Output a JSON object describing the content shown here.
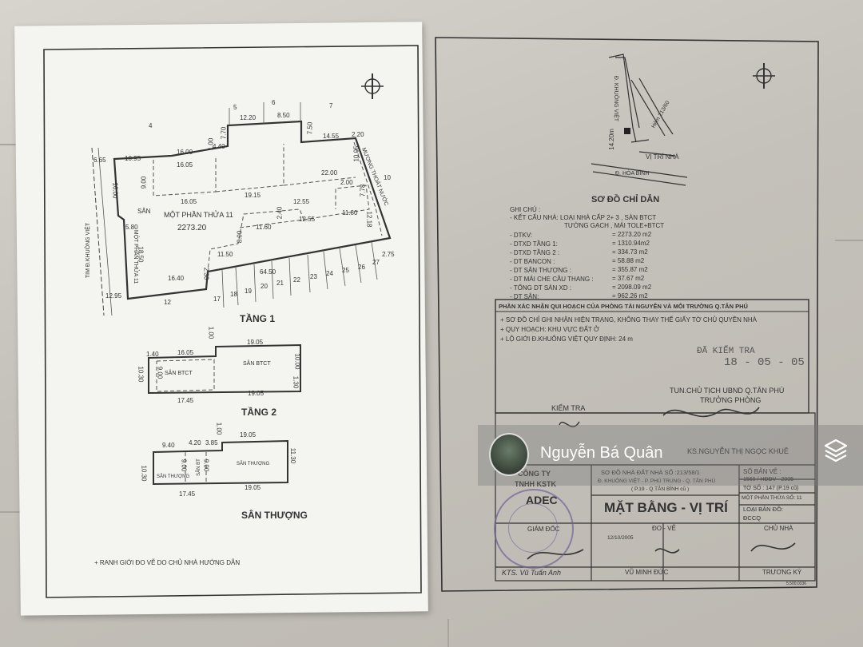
{
  "left_sheet": {
    "plan": {
      "neighbors": [
        "4",
        "5",
        "6",
        "7",
        "10",
        "12",
        "17",
        "18",
        "19",
        "20",
        "21",
        "22",
        "23",
        "24",
        "25",
        "26",
        "27"
      ],
      "dims_top": [
        "12.20",
        "8.50",
        "7.50",
        "1.00",
        "7.70",
        "4.40",
        "14.55",
        "2.20",
        "6.65",
        "10.95",
        "16.00",
        "16.05",
        "10.05"
      ],
      "dims_inner": [
        "9.00",
        "22.00",
        "19.15",
        "16.05",
        "2.00",
        "7.78",
        "12.55",
        "2.40",
        "12.55",
        "11.80",
        "11.60",
        "8.00",
        "11.50"
      ],
      "dims_side": [
        "16.00",
        "5.80",
        "18.50",
        "12.18",
        "2.75",
        "16.40",
        "2.30",
        "64.50",
        "12.95"
      ],
      "road_label": "TIM Đ.KHUÔNG VIỆT",
      "side_label": "MỘT PHẦN THỬA 11",
      "san_label": "SÂN",
      "lot_label": "MỘT PHẦN THỬA 11",
      "lot_area": "2273.20",
      "ditch_label": "MƯƠNG THOÁT NƯỚC",
      "floor_label": "TẦNG 1"
    },
    "floor2": {
      "dims": [
        "1.00",
        "1.40",
        "16.05",
        "19.05",
        "10.30",
        "9.00",
        "10.00",
        "1.30",
        "17.45",
        "19.05"
      ],
      "room_left": "SÂN BTCT",
      "room_right": "SÂN BTCT",
      "floor_label": "TẦNG 2"
    },
    "terrace": {
      "dims": [
        "1.00",
        "9.40",
        "4.20",
        "3.85",
        "19.05",
        "11.30",
        "10.30",
        "9.00",
        "9.00",
        "17.45",
        "19.05"
      ],
      "room_a": "SÂN THƯỢNG",
      "room_b": "SÂN BT",
      "room_c": "SÂN THƯỢNG",
      "floor_label": "SÂN THƯỢNG"
    },
    "footnote": "+ RANH GIỚI ĐO VẼ DO CHỦ NHÀ HƯỚNG DẪN"
  },
  "right_sheet": {
    "locator": {
      "road_1": "Đ. KHUÔNG VIỆT",
      "road_2": "Hẻm 213/60",
      "dist": "14.20m",
      "position_label": "VỊ TRÍ NHÀ",
      "road_3": "Đ. HÒA BÌNH"
    },
    "title": "SƠ ĐỒ CHỈ DẪN",
    "notes_header": "GHI CHÚ :",
    "structure_line1": "- KẾT CẤU NHÀ: LOẠI NHÀ  CẤP 2+ 3 , SÀN BTCT",
    "structure_line2": "TƯỜNG GẠCH  , MÁI TOLE+BTCT",
    "area_rows": [
      {
        "label": "- DTKV:",
        "value": "=       2273.20 m2"
      },
      {
        "label": "- DTXD TẦNG 1:",
        "value": "=       1310.94m2"
      },
      {
        "label": "- DTXD TẦNG 2 :",
        "value": "=        334.73 m2"
      },
      {
        "label": "- DT BANCON :",
        "value": "=          58.88 m2"
      },
      {
        "label": "- DT SÂN THƯỢNG :",
        "value": "=        355.87 m2"
      },
      {
        "label": "- DT MÁI CHE CẦU THANG :",
        "value": "=       37.67 m2"
      },
      {
        "label": "- TỔNG DT SÀN XD :",
        "value": "=       2098.09 m2"
      },
      {
        "label": "- DT SÂN:",
        "value": "=        962.26 m2"
      }
    ],
    "confirm_header": "PHẦN XÁC NHẬN QUI HOẠCH CỦA PHÒNG TÀI NGUYÊN VÀ MÔI TRƯỜNG  Q.TÂN PHÚ",
    "confirm_lines": [
      "+ SƠ ĐỒ CHỈ GHI NHẬN HIỆN TRẠNG, KHÔNG THAY THẾ GIẤY TỜ CHỦ QUYỀN NHÀ",
      "+ QUY HOẠCH: KHU VỰC ĐẤT Ở",
      "+ LỘ GIỚI Đ.KHUÔNG VIỆT  QUY ĐỊNH: 24  m"
    ],
    "checked_stamp": "ĐÃ KIỂM TRA",
    "checked_date": "18 - 05 - 05",
    "chair_line1": "TUN.CHỦ TỊCH UBND Q.TÂN PHÚ",
    "chair_line2": "TRƯỞNG PHÒNG",
    "inspect_label": "KIỂM TRA",
    "engineer_name": "KS.NGUYỄN THỊ NGỌC KHUÊ",
    "company_line1": "CÔNG TY",
    "company_line2": "TNHH KSTK",
    "company_line3": "ADEC",
    "director_label": "GIÁM ĐỐC",
    "architect": "KTS. Vũ Tuấn Anh",
    "drawing_title": "SƠ ĐỒ NHÀ ĐẤT NHÀ SỐ :213/58/1",
    "address_line1": "Đ. KHUÔNG VIỆT - P. PHÚ TRUNG - Q. TÂN PHÚ",
    "address_line2": "( P.19 - Q.TÂN BÌNH cũ )",
    "main_title": "MẶT BẰNG - VỊ TRÍ",
    "col_labels": [
      "ĐO - VẼ",
      "CHỦ NHÀ"
    ],
    "draw_date": "12/10/2005",
    "surveyor": "VŨ MINH ĐỨC",
    "owner": "TRƯƠNG KỲ",
    "sheet_no_label": "SỐ BẢN VẼ :",
    "sheet_no": "1569 / HĐĐV - 2005",
    "map_sheet": "TỜ SỐ : 147 (P.19 cũ)",
    "parcel": "MỘT PHẦN THỬA SỐ: 11",
    "map_type_label": "LOẠI BẢN ĐỒ:",
    "map_type": "ĐCCQ",
    "corner_code": "5.500.0336"
  },
  "watermark": {
    "name": "Nguyễn Bá Quân"
  }
}
